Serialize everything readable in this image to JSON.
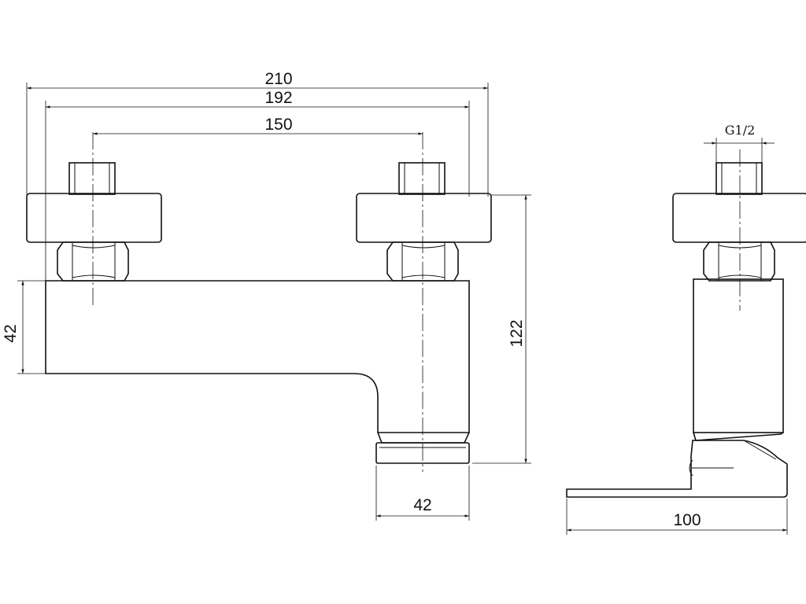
{
  "dimensions": {
    "overall_width": "210",
    "inlet_span": "192",
    "center_distance": "150",
    "body_height": "42",
    "total_height": "122",
    "spout_width": "42",
    "side_depth": "100",
    "thread": "G1/2"
  },
  "colors": {
    "line": "#111111",
    "dim_line": "#333333",
    "background": "#ffffff"
  }
}
